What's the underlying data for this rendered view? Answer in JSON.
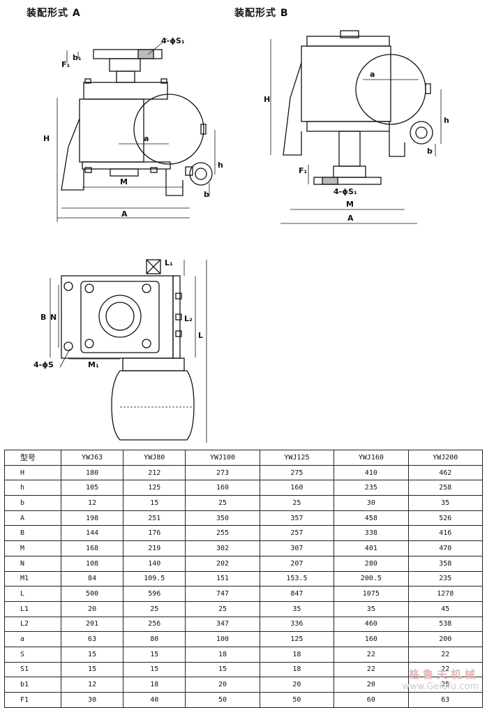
{
  "titles": {
    "a": "装配形式 A",
    "b": "装配形式 B"
  },
  "labels": {
    "s1": "4-ϕS₁",
    "s": "4-ϕS",
    "b1": "b₁",
    "f1": "F₁",
    "m1": "M₁",
    "l1": "L₁",
    "l2": "L₂",
    "h_upper": "H",
    "h_lower": "h",
    "a_lower": "a",
    "b_lower": "b",
    "M": "M",
    "A": "A",
    "B": "B",
    "N": "N",
    "L": "L"
  },
  "table": {
    "header": [
      "型号",
      "YWJ63",
      "YWJ80",
      "YWJ100",
      "YWJ125",
      "YWJ160",
      "YWJ200"
    ],
    "rows": [
      [
        "H",
        "180",
        "212",
        "273",
        "275",
        "410",
        "462"
      ],
      [
        "h",
        "105",
        "125",
        "160",
        "160",
        "235",
        "258"
      ],
      [
        "b",
        "12",
        "15",
        "25",
        "25",
        "30",
        "35"
      ],
      [
        "A",
        "198",
        "251",
        "350",
        "357",
        "458",
        "526"
      ],
      [
        "B",
        "144",
        "176",
        "255",
        "257",
        "338",
        "416"
      ],
      [
        "M",
        "168",
        "219",
        "302",
        "307",
        "401",
        "470"
      ],
      [
        "N",
        "108",
        "140",
        "202",
        "207",
        "280",
        "358"
      ],
      [
        "M1",
        "84",
        "109.5",
        "151",
        "153.5",
        "200.5",
        "235"
      ],
      [
        "L",
        "500",
        "596",
        "747",
        "847",
        "1075",
        "1278"
      ],
      [
        "L1",
        "20",
        "25",
        "25",
        "35",
        "35",
        "45"
      ],
      [
        "L2",
        "201",
        "256",
        "347",
        "336",
        "460",
        "538"
      ],
      [
        "a",
        "63",
        "80",
        "100",
        "125",
        "160",
        "200"
      ],
      [
        "S",
        "15",
        "15",
        "18",
        "18",
        "22",
        "22"
      ],
      [
        "S1",
        "15",
        "15",
        "15",
        "18",
        "22",
        "22"
      ],
      [
        "b1",
        "12",
        "18",
        "20",
        "20",
        "20",
        "25"
      ],
      [
        "F1",
        "30",
        "40",
        "50",
        "50",
        "60",
        "63"
      ]
    ]
  },
  "watermark": {
    "cn": "格鲁夫机械",
    "url": "www.Gelufu.com"
  }
}
